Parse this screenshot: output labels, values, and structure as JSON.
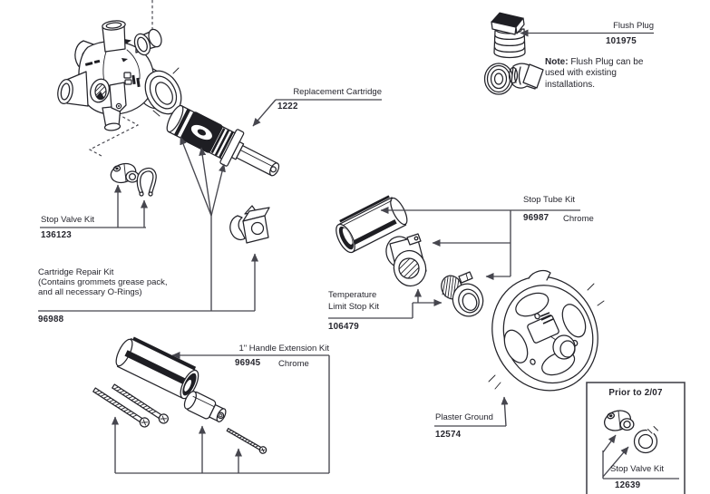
{
  "figure": {
    "background": "#ffffff",
    "ink_color": "#232329",
    "leader_color": "#46464e"
  },
  "labels": {
    "flush_plug": {
      "name": "Flush Plug",
      "number": "101975"
    },
    "note": {
      "bold": "Note:",
      "text": " Flush Plug can be used with existing installations."
    },
    "replacement_cartridge": {
      "name": "Replacement Cartridge",
      "number": "1222"
    },
    "stop_valve_kit": {
      "name": "Stop Valve Kit",
      "number": "136123"
    },
    "cartridge_repair_kit": {
      "name": "Cartridge Repair Kit",
      "desc1": "(Contains grommets grease pack,",
      "desc2": "and all necessary O-Rings)",
      "number": "96988"
    },
    "handle_extension_kit": {
      "name": "1\" Handle Extension Kit",
      "number": "96945",
      "finish": "Chrome"
    },
    "stop_tube_kit": {
      "name": "Stop Tube Kit",
      "number": "96987",
      "finish": "Chrome"
    },
    "temperature_limit_stop_kit": {
      "name1": "Temperature",
      "name2": "Limit Stop Kit",
      "number": "106479"
    },
    "plaster_ground": {
      "name": "Plaster Ground",
      "number": "12574"
    },
    "prior_box": {
      "title": "Prior to 2/07",
      "name": "Stop Valve Kit",
      "number": "12639"
    }
  }
}
